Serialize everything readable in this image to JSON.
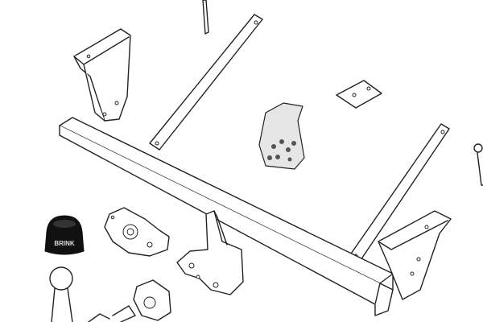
{
  "diagram": {
    "kind": "exploded parts drawing",
    "parts": [
      "tow-bar-crossbeam",
      "left-mounting-bracket",
      "right-mounting-bracket",
      "left-support-strap",
      "right-support-strap",
      "spacer-plate",
      "bolt-kit-bag",
      "tow-ball",
      "ball-cover-cap",
      "socket-plate",
      "neck-drop-plate",
      "coupling-clamp",
      "bolt-top",
      "bolt-right"
    ],
    "logo_text": "BRINK",
    "colors": {
      "line": "#222222",
      "background": "#ffffff",
      "cap": "#111111"
    }
  }
}
